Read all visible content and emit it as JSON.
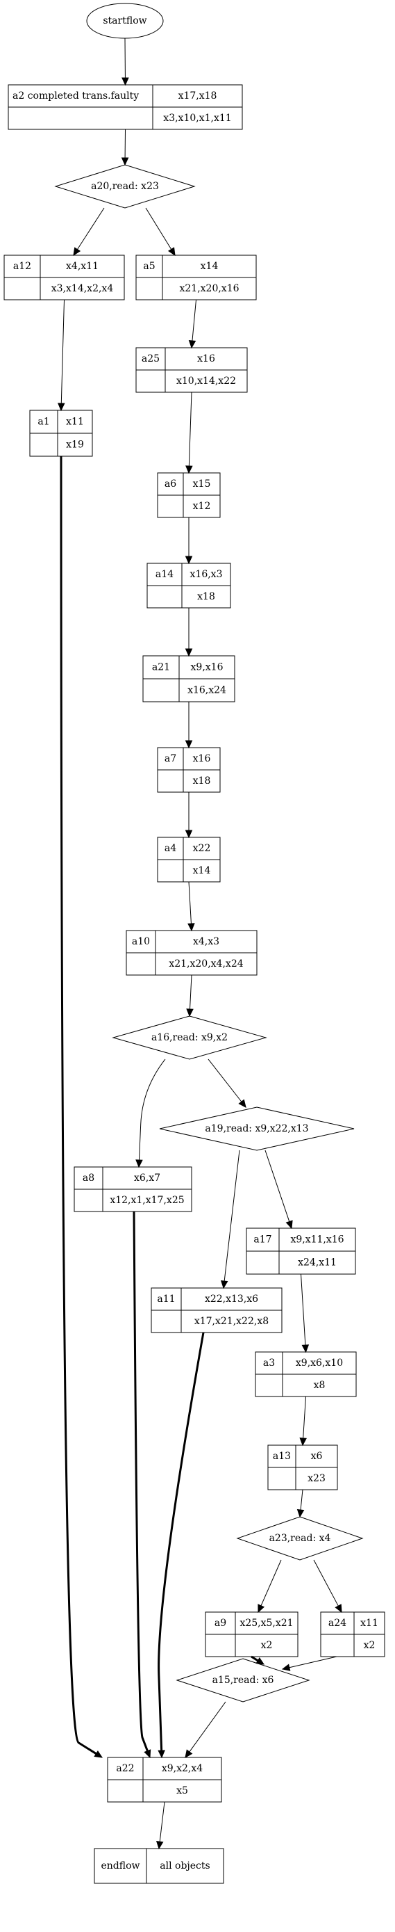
{
  "start": {
    "label": "startflow"
  },
  "end": {
    "label": "endflow",
    "value": "all objects"
  },
  "blocks": [
    {
      "id": "a2",
      "name": "a2 completed trans.faulty",
      "top": "x17,x18",
      "bottom": "x3,x10,x1,x11"
    },
    {
      "id": "a12",
      "name": "a12",
      "top": "x4,x11",
      "bottom": "x3,x14,x2,x4"
    },
    {
      "id": "a5",
      "name": "a5",
      "top": "x14",
      "bottom": "x21,x20,x16"
    },
    {
      "id": "a1",
      "name": "a1",
      "top": "x11",
      "bottom": "x19"
    },
    {
      "id": "a25",
      "name": "a25",
      "top": "x16",
      "bottom": "x10,x14,x22"
    },
    {
      "id": "a6",
      "name": "a6",
      "top": "x15",
      "bottom": "x12"
    },
    {
      "id": "a14",
      "name": "a14",
      "top": "x16,x3",
      "bottom": "x18"
    },
    {
      "id": "a21",
      "name": "a21",
      "top": "x9,x16",
      "bottom": "x16,x24"
    },
    {
      "id": "a7",
      "name": "a7",
      "top": "x16",
      "bottom": "x18"
    },
    {
      "id": "a4",
      "name": "a4",
      "top": "x22",
      "bottom": "x14"
    },
    {
      "id": "a10",
      "name": "a10",
      "top": "x4,x3",
      "bottom": "x21,x20,x4,x24"
    },
    {
      "id": "a8",
      "name": "a8",
      "top": "x6,x7",
      "bottom": "x12,x1,x17,x25"
    },
    {
      "id": "a17",
      "name": "a17",
      "top": "x9,x11,x16",
      "bottom": "x24,x11"
    },
    {
      "id": "a11",
      "name": "a11",
      "top": "x22,x13,x6",
      "bottom": "x17,x21,x22,x8"
    },
    {
      "id": "a3",
      "name": "a3",
      "top": "x9,x6,x10",
      "bottom": "x8"
    },
    {
      "id": "a13",
      "name": "a13",
      "top": "x6",
      "bottom": "x23"
    },
    {
      "id": "a9",
      "name": "a9",
      "top": "x25,x5,x21",
      "bottom": "x2"
    },
    {
      "id": "a24",
      "name": "a24",
      "top": "x11",
      "bottom": "x2"
    },
    {
      "id": "a22",
      "name": "a22",
      "top": "x9,x2,x4",
      "bottom": "x5"
    }
  ],
  "decisions": [
    {
      "id": "a20",
      "label": "a20,read: x23"
    },
    {
      "id": "a16",
      "label": "a16,read: x9,x2"
    },
    {
      "id": "a19",
      "label": "a19,read: x9,x22,x13"
    },
    {
      "id": "a23",
      "label": "a23,read: x4"
    },
    {
      "id": "a15",
      "label": "a15,read: x6"
    }
  ],
  "edges": [
    {
      "from": "start",
      "to": "a2",
      "bold": false
    },
    {
      "from": "a2",
      "to": "a20",
      "bold": false
    },
    {
      "from": "a20",
      "to": "a12",
      "bold": false
    },
    {
      "from": "a20",
      "to": "a5",
      "bold": false
    },
    {
      "from": "a12",
      "to": "a1",
      "bold": false
    },
    {
      "from": "a5",
      "to": "a25",
      "bold": false
    },
    {
      "from": "a25",
      "to": "a6",
      "bold": false
    },
    {
      "from": "a6",
      "to": "a14",
      "bold": false
    },
    {
      "from": "a14",
      "to": "a21",
      "bold": false
    },
    {
      "from": "a21",
      "to": "a7",
      "bold": false
    },
    {
      "from": "a7",
      "to": "a4",
      "bold": false
    },
    {
      "from": "a4",
      "to": "a10",
      "bold": false
    },
    {
      "from": "a10",
      "to": "a16",
      "bold": false
    },
    {
      "from": "a16",
      "to": "a8",
      "bold": false
    },
    {
      "from": "a16",
      "to": "a19",
      "bold": false
    },
    {
      "from": "a19",
      "to": "a17",
      "bold": false
    },
    {
      "from": "a19",
      "to": "a11",
      "bold": false
    },
    {
      "from": "a17",
      "to": "a3",
      "bold": false
    },
    {
      "from": "a3",
      "to": "a13",
      "bold": false
    },
    {
      "from": "a13",
      "to": "a23",
      "bold": false
    },
    {
      "from": "a23",
      "to": "a9",
      "bold": false
    },
    {
      "from": "a23",
      "to": "a24",
      "bold": false
    },
    {
      "from": "a9",
      "to": "a15",
      "bold": true
    },
    {
      "from": "a24",
      "to": "a15",
      "bold": false
    },
    {
      "from": "a1",
      "to": "a22",
      "bold": true
    },
    {
      "from": "a8",
      "to": "a22",
      "bold": true
    },
    {
      "from": "a11",
      "to": "a22",
      "bold": true
    },
    {
      "from": "a15",
      "to": "a22",
      "bold": false
    },
    {
      "from": "a22",
      "to": "end",
      "bold": false
    }
  ]
}
